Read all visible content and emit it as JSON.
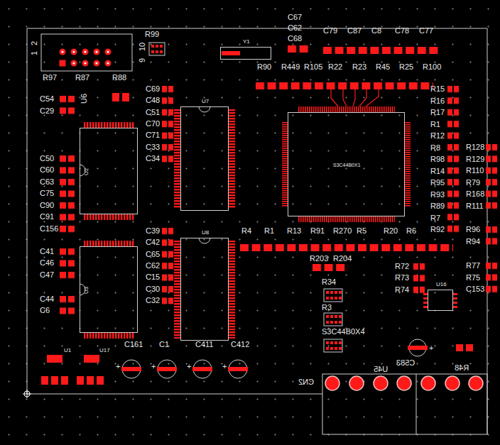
{
  "diagram": {
    "nodes": [
      {
        "text": [
          "S3C44B0X1"
        ]
      },
      {
        "text": [
          "U7"
        ]
      },
      {
        "text": [
          "U8"
        ]
      },
      {
        "text": [
          "U2"
        ]
      },
      {
        "text": [
          "U3"
        ]
      },
      {
        "text": [
          "U16"
        ]
      },
      {
        "text": [
          "Y1"
        ]
      }
    ],
    "labels": [
      "1",
      "2",
      "R99",
      "9",
      "10",
      "R97",
      "R87",
      "R88",
      "U6",
      "C54",
      "C29",
      "C50",
      "C60",
      "C63",
      "C75",
      "C90",
      "C91",
      "C156",
      "C41",
      "C46",
      "C47",
      "C44",
      "C6",
      "C69",
      "C48",
      "C51",
      "C70",
      "C71",
      "C33",
      "C34",
      "C39",
      "C42",
      "C65",
      "C62",
      "C15",
      "C30",
      "C32",
      "C67",
      "C62",
      "C68",
      "C79",
      "C87",
      "C8",
      "C78",
      "C77",
      "R90",
      "R449",
      "R105",
      "R22",
      "R23",
      "R45",
      "R25",
      "R100",
      "R15",
      "R16",
      "R17",
      "R1",
      "R12",
      "R8",
      "R98",
      "R14",
      "R95",
      "R93",
      "R89",
      "R7",
      "R92",
      "R128",
      "R129",
      "R110",
      "R79",
      "R168",
      "R111",
      "R96",
      "R94",
      "R77",
      "R75",
      "C153",
      "R4",
      "R1",
      "R13",
      "R91",
      "R270",
      "R5",
      "R20",
      "R6",
      "R203",
      "R204",
      "R72",
      "R73",
      "R74",
      "R34",
      "R3",
      "S3C44B0X4",
      "C161",
      "C1",
      "C411",
      "C412",
      "U1",
      "U17",
      "+",
      "+",
      "+",
      "+",
      "+",
      "CN2",
      "U45",
      "C583",
      "R48"
    ]
  }
}
